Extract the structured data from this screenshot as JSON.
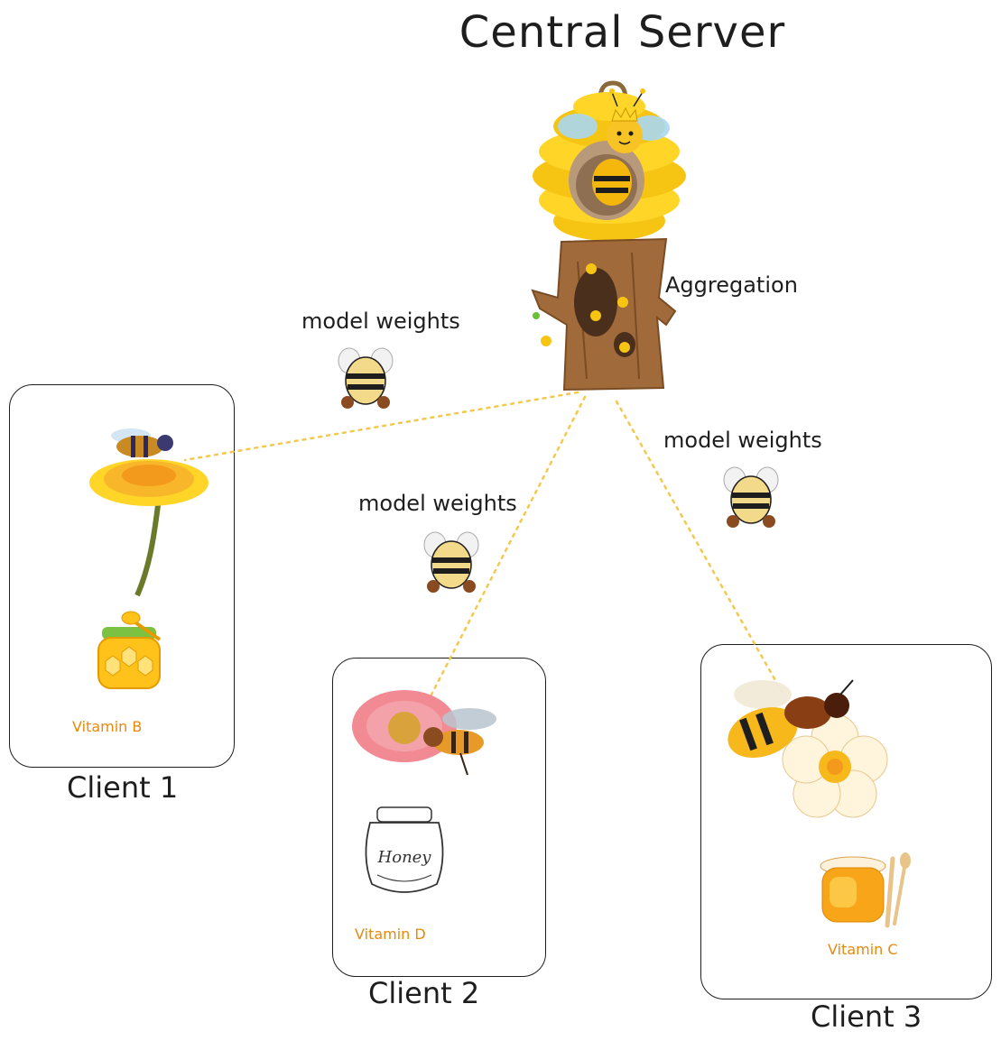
{
  "diagram": {
    "title": "Central Server",
    "aggregation_label": "Aggregation",
    "edges": [
      {
        "label": "model weights"
      },
      {
        "label": "model weights"
      },
      {
        "label": "model weights"
      }
    ],
    "clients": [
      {
        "label": "Client 1",
        "vitamin": "Vitamin B"
      },
      {
        "label": "Client 2",
        "vitamin": "Vitamin D"
      },
      {
        "label": "Client 3",
        "vitamin": "Vitamin C"
      }
    ],
    "colors": {
      "connector": "#f2c94c",
      "vitamin_text": "#e8890c",
      "stroke": "#1e1e1e"
    },
    "honey_jar_text": "Honey"
  }
}
